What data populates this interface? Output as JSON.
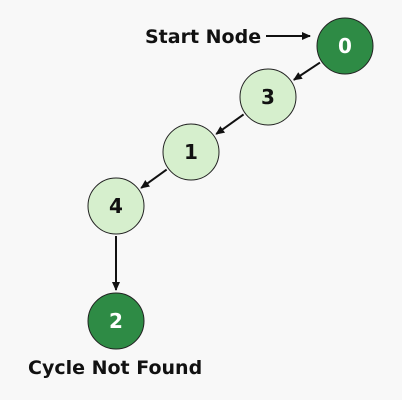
{
  "labels": {
    "start": "Start Node",
    "result": "Cycle Not Found"
  },
  "nodes": [
    {
      "id": "0",
      "label": "0",
      "state": "start"
    },
    {
      "id": "3",
      "label": "3",
      "state": "visited"
    },
    {
      "id": "1",
      "label": "1",
      "state": "visited"
    },
    {
      "id": "4",
      "label": "4",
      "state": "visited"
    },
    {
      "id": "2",
      "label": "2",
      "state": "current"
    }
  ],
  "edges": [
    {
      "from": "0",
      "to": "3"
    },
    {
      "from": "3",
      "to": "1"
    },
    {
      "from": "1",
      "to": "4"
    },
    {
      "from": "4",
      "to": "2"
    }
  ],
  "colors": {
    "start_fill": "#2e8b45",
    "visited_fill": "#d6efcd",
    "current_fill": "#2e8b45",
    "stroke": "#222222",
    "edge": "#111111",
    "background": "#f8f8f8"
  }
}
